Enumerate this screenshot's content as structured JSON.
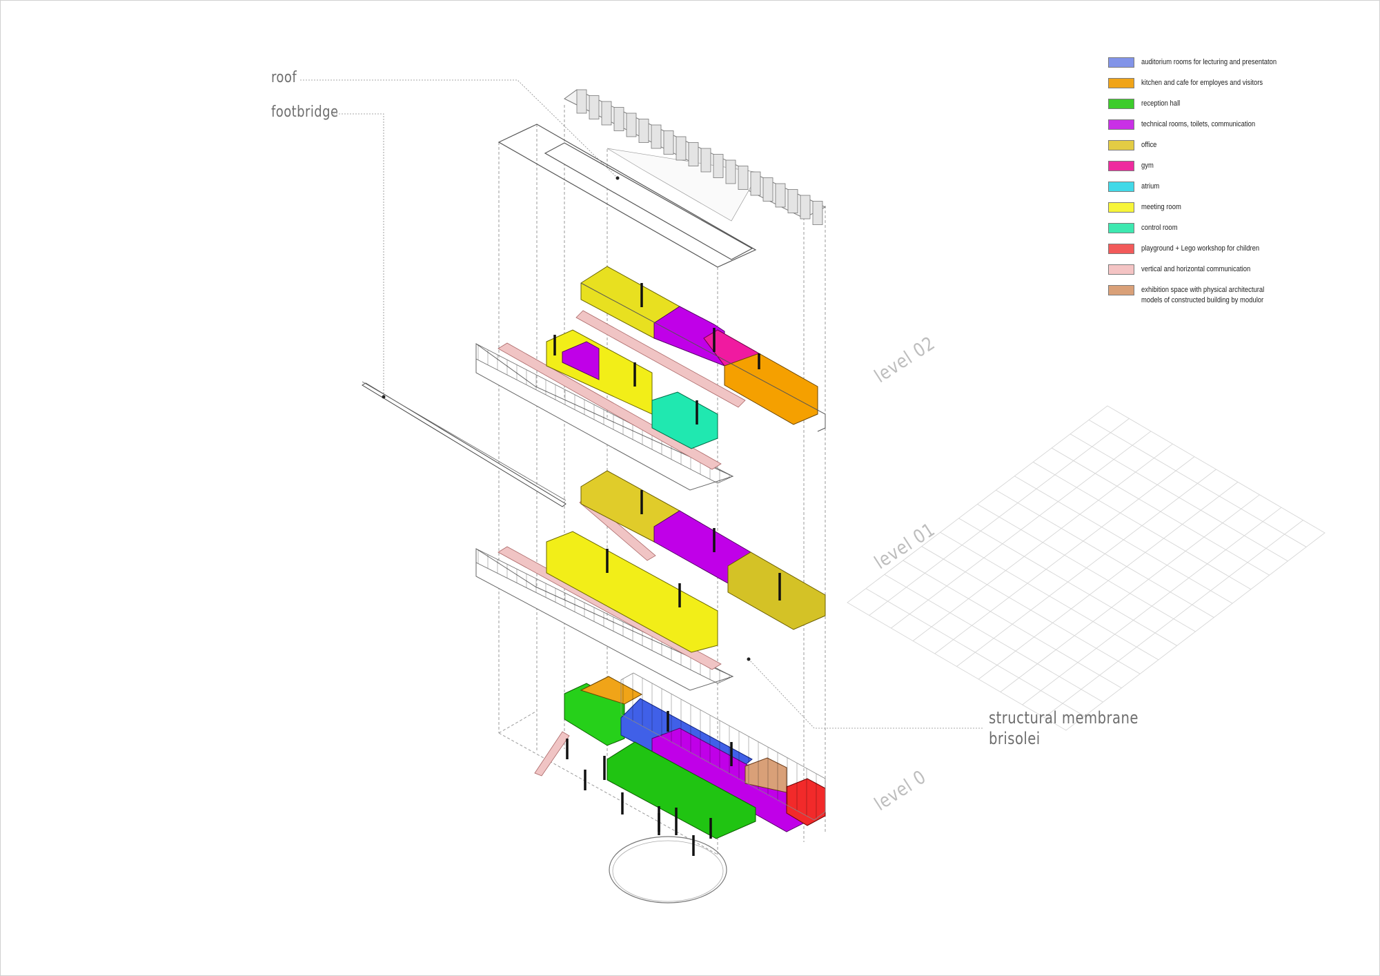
{
  "annotations": {
    "roof": "roof",
    "footbridge": "footbridge",
    "structural_membrane_line1": "structural membrane",
    "structural_membrane_line2": "brisolei"
  },
  "levels": {
    "level_02": "level 02",
    "level_01": "level 01",
    "level_0": "level 0"
  },
  "legend": [
    {
      "key": "auditorium",
      "label": "auditorium rooms for lecturing and presentaton",
      "color": "#8294e8"
    },
    {
      "key": "kitchen",
      "label": "kitchen and cafe for employes and visitors",
      "color": "#f0a418"
    },
    {
      "key": "reception",
      "label": "reception hall",
      "color": "#3dcc2b"
    },
    {
      "key": "technical",
      "label": "technical rooms, toilets, communication",
      "color": "#c930e6"
    },
    {
      "key": "office",
      "label": "office",
      "color": "#e3cc44"
    },
    {
      "key": "gym",
      "label": "gym",
      "color": "#ee2b9e"
    },
    {
      "key": "atrium",
      "label": "atrium",
      "color": "#42d9e8"
    },
    {
      "key": "meeting",
      "label": "meeting room",
      "color": "#f7f53a"
    },
    {
      "key": "control",
      "label": "control room",
      "color": "#3ee8b0"
    },
    {
      "key": "playground",
      "label": "playground + Lego workshop for children",
      "color": "#f25a5a"
    },
    {
      "key": "circulation",
      "label": "vertical and horizontal communication",
      "color": "#f4c4c4"
    },
    {
      "key": "exhibition",
      "label": "exhibition space with physical architectural\nmodels of constructed building by modulor",
      "color": "#d9a078"
    }
  ]
}
